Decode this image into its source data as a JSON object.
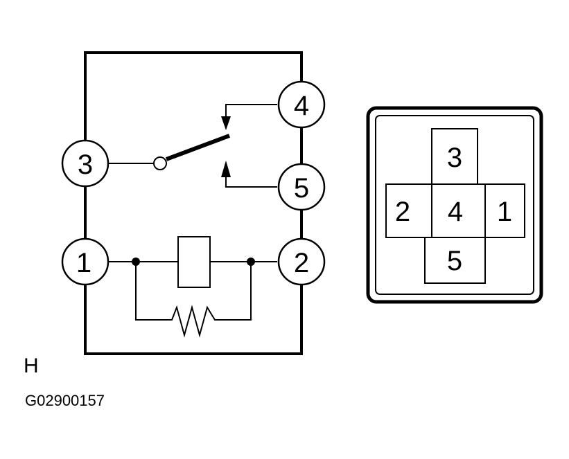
{
  "relay_schematic": {
    "terminals": [
      {
        "id": "3",
        "label": "3"
      },
      {
        "id": "4",
        "label": "4"
      },
      {
        "id": "5",
        "label": "5"
      },
      {
        "id": "1",
        "label": "1"
      },
      {
        "id": "2",
        "label": "2"
      }
    ]
  },
  "connector_face": {
    "pins": [
      {
        "id": "3",
        "label": "3"
      },
      {
        "id": "2",
        "label": "2"
      },
      {
        "id": "4",
        "label": "4"
      },
      {
        "id": "1",
        "label": "1"
      },
      {
        "id": "5",
        "label": "5"
      }
    ]
  },
  "view_letter": "H",
  "figure_code": "G02900157",
  "colors": {
    "ink": "#000000",
    "paper": "#ffffff"
  }
}
